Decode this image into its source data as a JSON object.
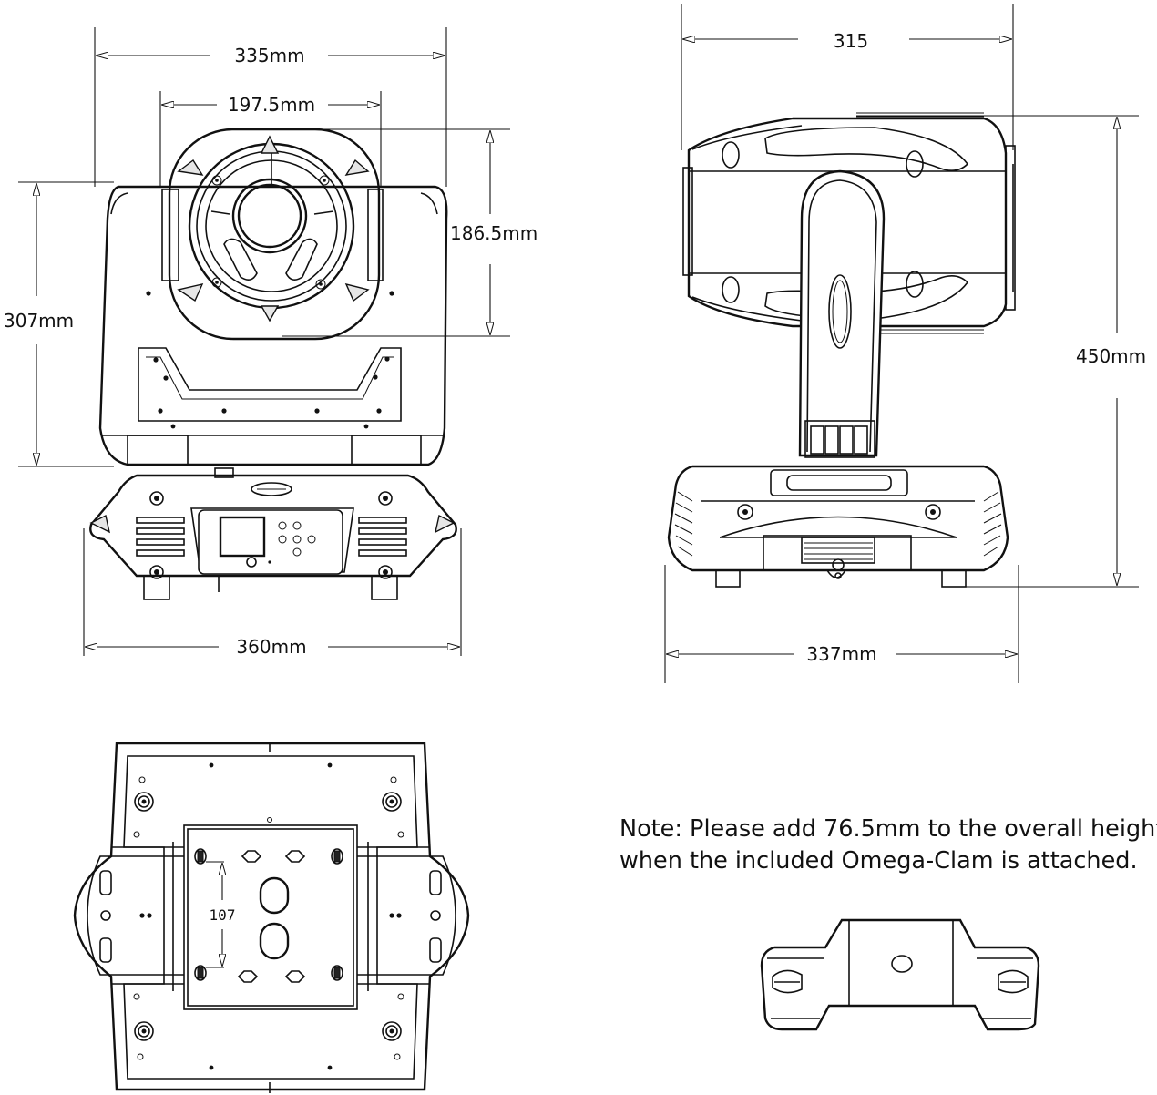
{
  "dimensions": {
    "front_width": "335mm",
    "head_width": "197.5mm",
    "head_height": "186.5mm",
    "yoke_height": "307mm",
    "base_width": "360mm",
    "side_depth": "315",
    "overall_height": "450mm",
    "base_depth": "337mm",
    "mount_spacing": "107"
  },
  "note": {
    "line1": "Note: Please add 76.5mm to the overall height",
    "line2": "when the included Omega-Clam is attached."
  },
  "icons": {
    "front_view": "front-view-drawing",
    "side_view": "side-view-drawing",
    "bottom_view": "bottom-view-drawing",
    "clamp": "omega-clamp-drawing"
  }
}
